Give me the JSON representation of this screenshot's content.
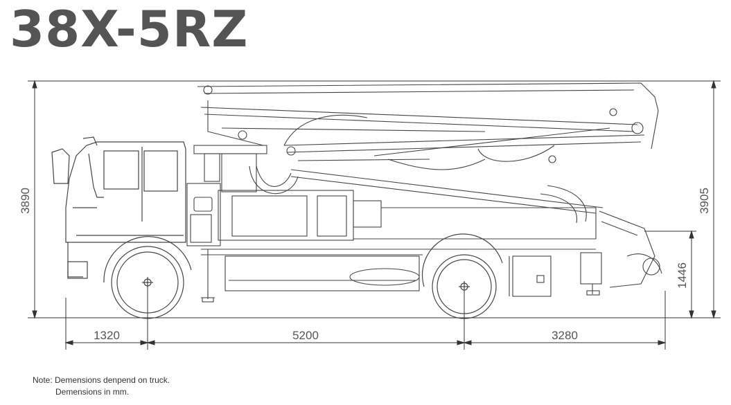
{
  "title": "38X-5RZ",
  "dimensions": {
    "overall_height": "3890",
    "boom_height": "3905",
    "outrigger_height": "1446",
    "front_overhang": "1320",
    "wheelbase": "5200",
    "rear_overhang": "3280"
  },
  "note": {
    "line1": "Note: Demensions denpend on truck.",
    "line2": "Demensions in mm."
  }
}
